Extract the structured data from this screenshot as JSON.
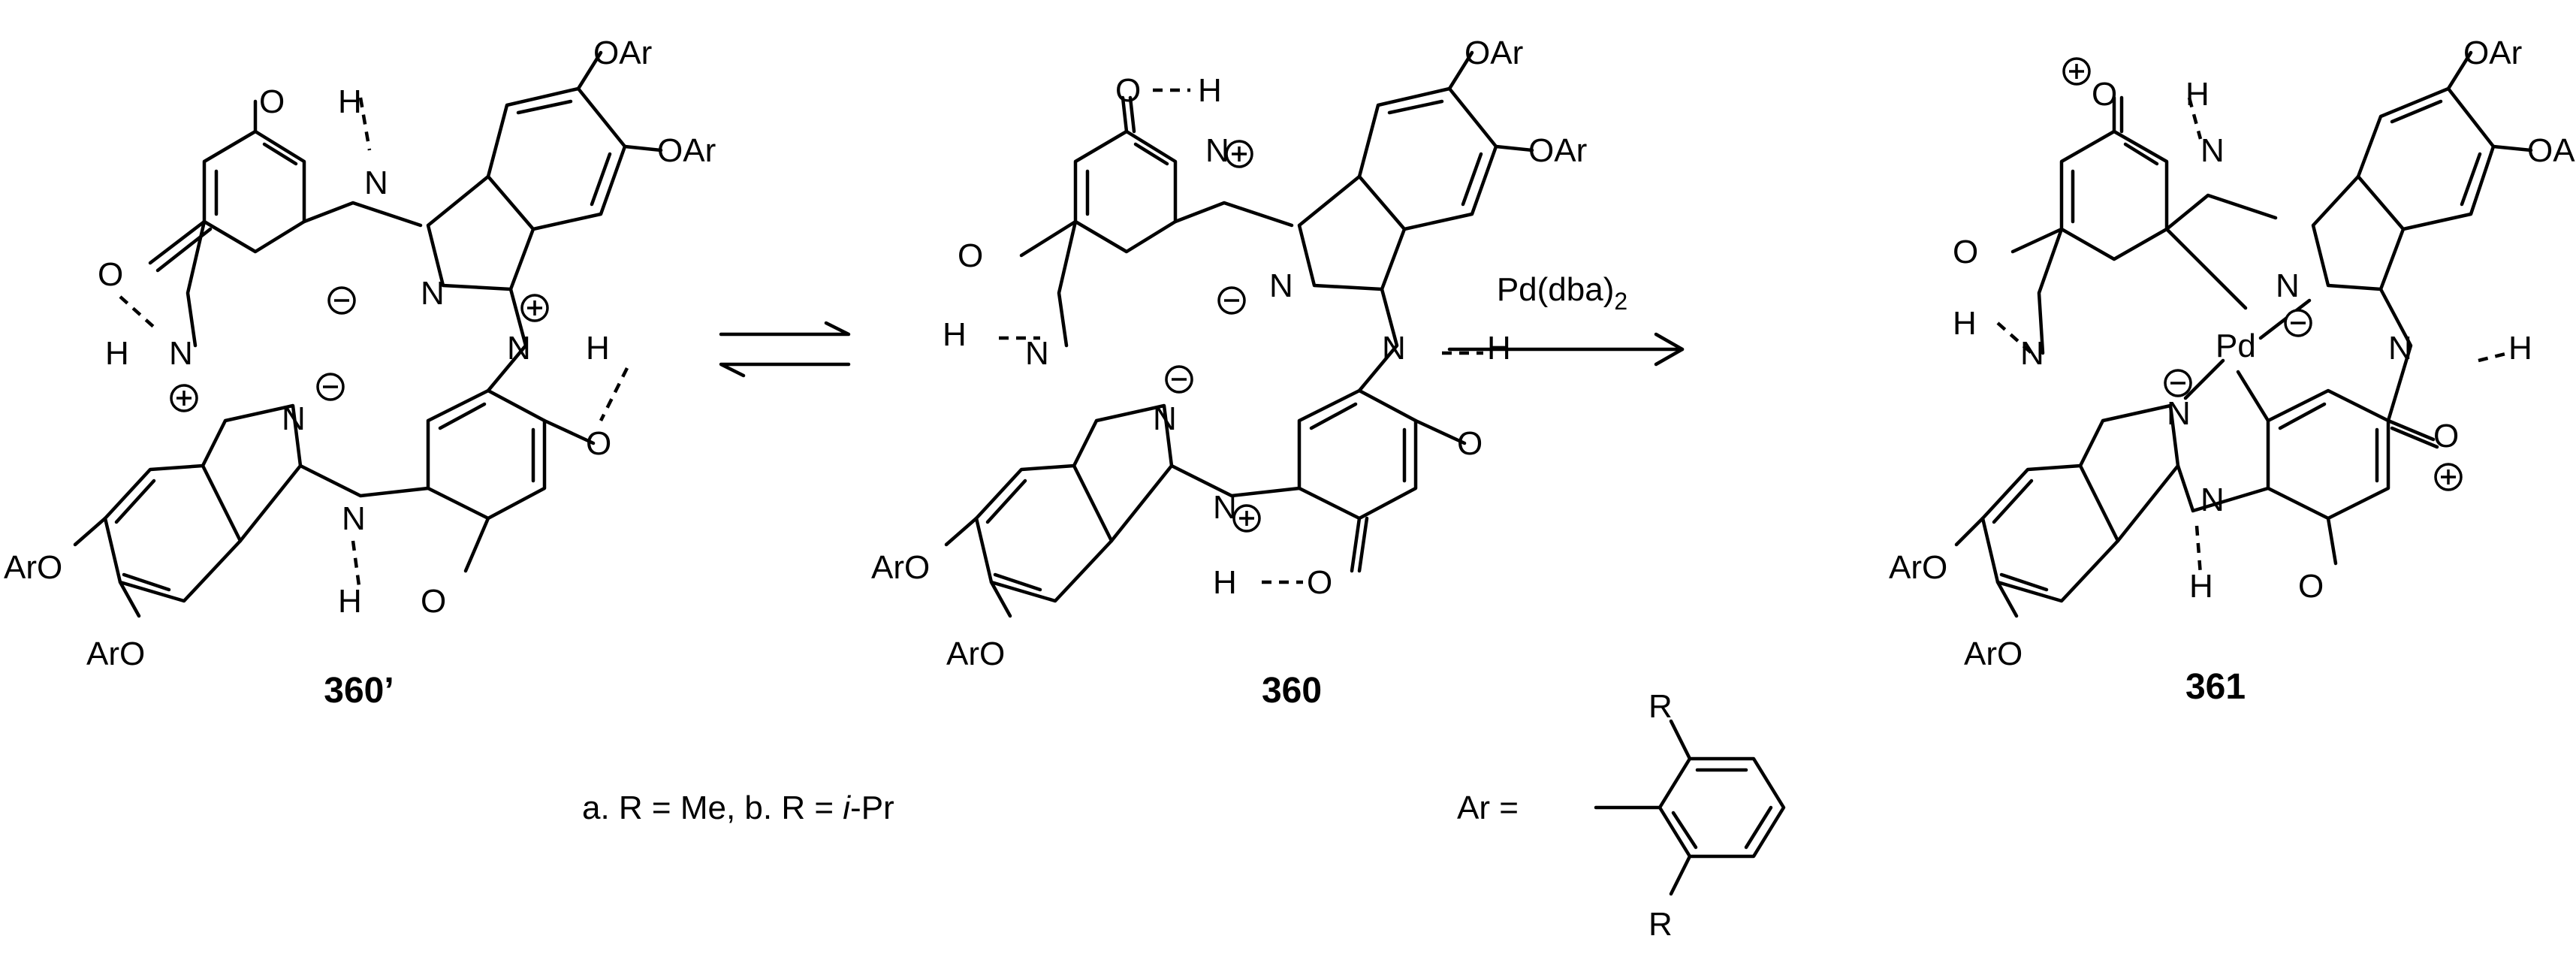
{
  "compounds": [
    {
      "label": "360’"
    },
    {
      "label": "360"
    },
    {
      "label": "361"
    }
  ],
  "atoms": {
    "oar": "OAr",
    "aro": "ArO",
    "o": "O",
    "n": "N",
    "h": "H",
    "r": "R",
    "pd": "Pd"
  },
  "reagent": {
    "pre": "Pd(dba)",
    "sub": "2"
  },
  "footnote": {
    "a": "a. R = Me, b. R = ",
    "ipr": "i",
    "tail": "-Pr"
  },
  "aryl_label": "Ar ="
}
